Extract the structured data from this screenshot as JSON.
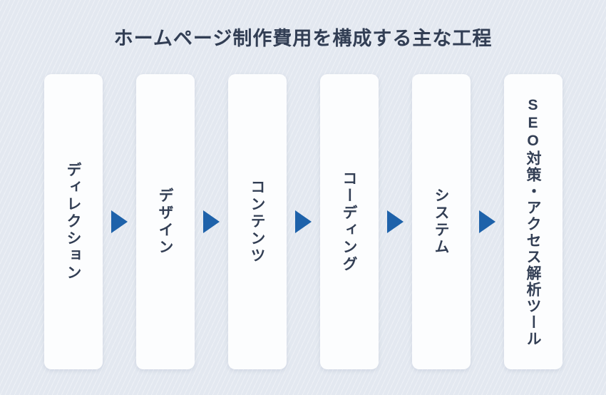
{
  "diagram": {
    "title": "ホームページ制作費用を構成する主な工程",
    "steps": [
      {
        "label": "ディレクション"
      },
      {
        "label": "デザイン"
      },
      {
        "label": "コンテンツ"
      },
      {
        "label": "コーディング"
      },
      {
        "label": "システム"
      },
      {
        "label": "SEO対策・アクセス解析ツール"
      }
    ],
    "arrow_icon_name": "arrow-right-icon",
    "colors": {
      "background": "#e3e8f0",
      "card": "#fcfdfe",
      "text": "#323e54",
      "arrow": "#1e62aa"
    }
  }
}
